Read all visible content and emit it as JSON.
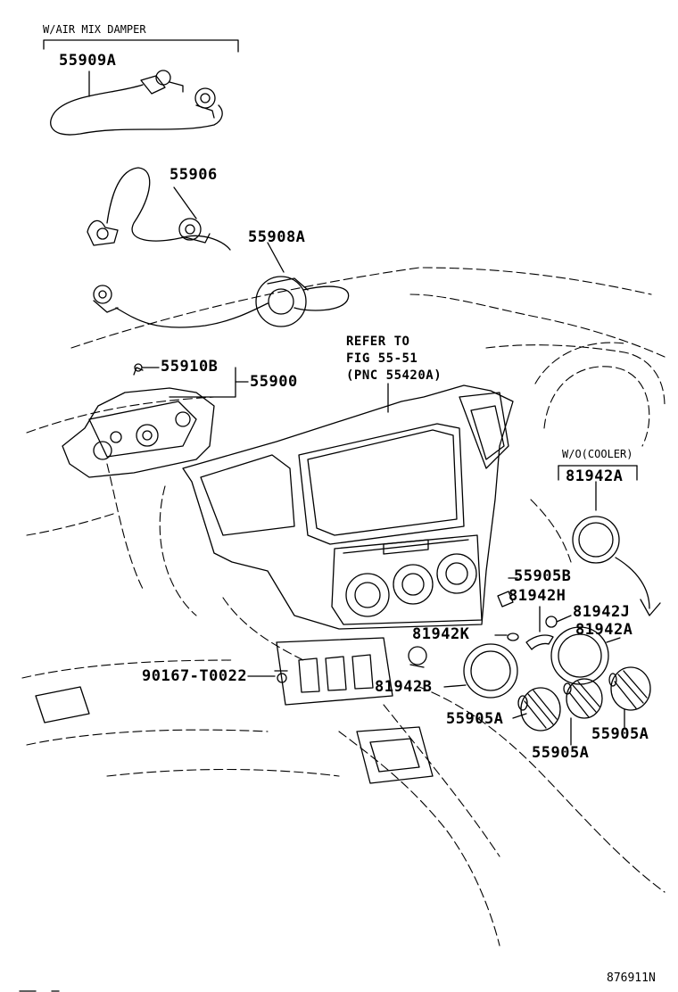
{
  "labels": {
    "air_mix_damper": "W/AIR MIX DAMPER",
    "p55909A": "55909A",
    "p55906": "55906",
    "p55908A": "55908A",
    "refer_1": "REFER TO",
    "refer_2": "FIG 55-51",
    "refer_3": "(PNC 55420A)",
    "p55910B": "55910B",
    "p55900": "55900",
    "wo_cooler": "W/O(COOLER)",
    "p81942A_top": "81942A",
    "p55905B": "55905B",
    "p81942H": "81942H",
    "p81942J": "81942J",
    "p81942K": "81942K",
    "p81942A_mid": "81942A",
    "p90167": "90167-T0022",
    "p81942B": "81942B",
    "p55905A_left": "55905A",
    "p55905A_right": "55905A",
    "p55905A_bottom": "55905A",
    "fig_no": "876911N"
  }
}
